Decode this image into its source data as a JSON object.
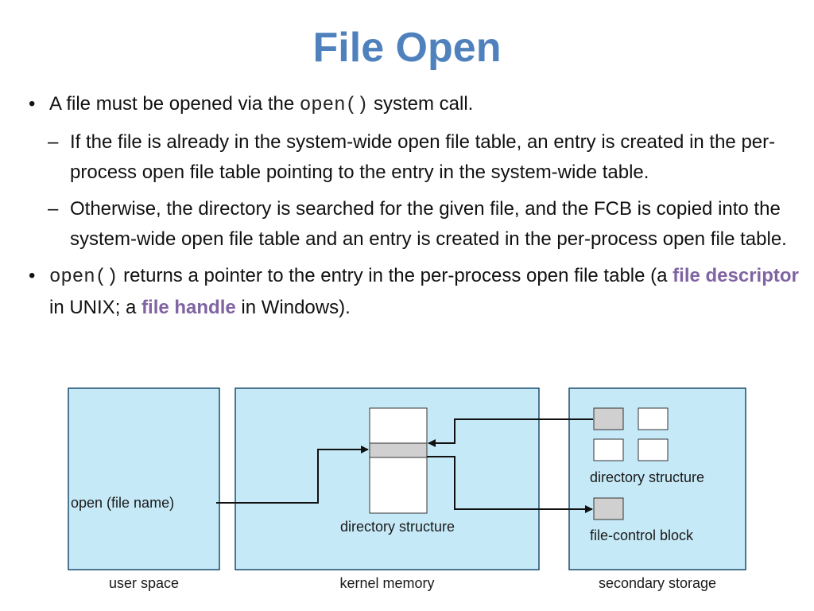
{
  "slide": {
    "title": "File Open",
    "bullet1": {
      "pre": "A file must be opened via the",
      "code": "open()",
      "post": "system call."
    },
    "sub1": "If the file is already in the system-wide open file table, an entry is created in the per-process open file table pointing to the entry in the system-wide table.",
    "sub2": "Otherwise, the directory is searched for the given file, and the FCB is copied into the system-wide open file table and an entry is created in the per-process open file table.",
    "bullet2": {
      "code": "open()",
      "text1": "returns a pointer to the entry in the per-process open file table (a",
      "term1": "file descriptor",
      "text2": "in UNIX; a",
      "term2": "file handle",
      "text3": "in Windows)."
    },
    "bullet_glyph": "•",
    "dash_glyph": "–"
  },
  "diagram": {
    "panels": {
      "user": "user space",
      "kernel": "kernel memory",
      "secondary": "secondary storage"
    },
    "labels": {
      "open_call": "open (file name)",
      "kernel_dir": "directory structure",
      "storage_dir": "directory structure",
      "fcb": "file-control block"
    },
    "colors": {
      "panel_fill": "#c6e9f7",
      "panel_stroke": "#1a4d6e",
      "shaded_cell": "#d0d0d0",
      "title": "#4f81bd",
      "term": "#8064a2"
    }
  }
}
